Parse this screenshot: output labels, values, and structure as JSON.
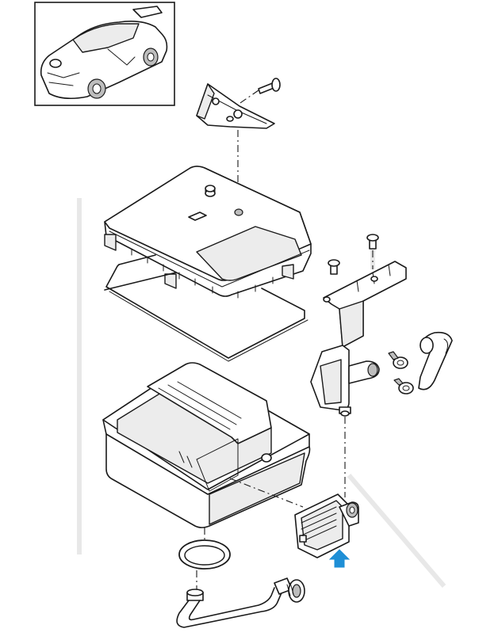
{
  "diagram": {
    "inset": {
      "subject": "car-thumbnail"
    },
    "parts": [
      {
        "name": "upper-bracket"
      },
      {
        "name": "upper-bolt"
      },
      {
        "name": "tank-lid"
      },
      {
        "name": "lid-gasket"
      },
      {
        "name": "side-bracket"
      },
      {
        "name": "side-bolts"
      },
      {
        "name": "pump-assembly"
      },
      {
        "name": "hose-clamps"
      },
      {
        "name": "outlet-hose"
      },
      {
        "name": "reservoir-tank"
      },
      {
        "name": "filler-connector"
      },
      {
        "name": "o-ring"
      },
      {
        "name": "supply-line"
      }
    ],
    "indicator": {
      "color": "#1f8fd6",
      "direction": "up"
    }
  }
}
